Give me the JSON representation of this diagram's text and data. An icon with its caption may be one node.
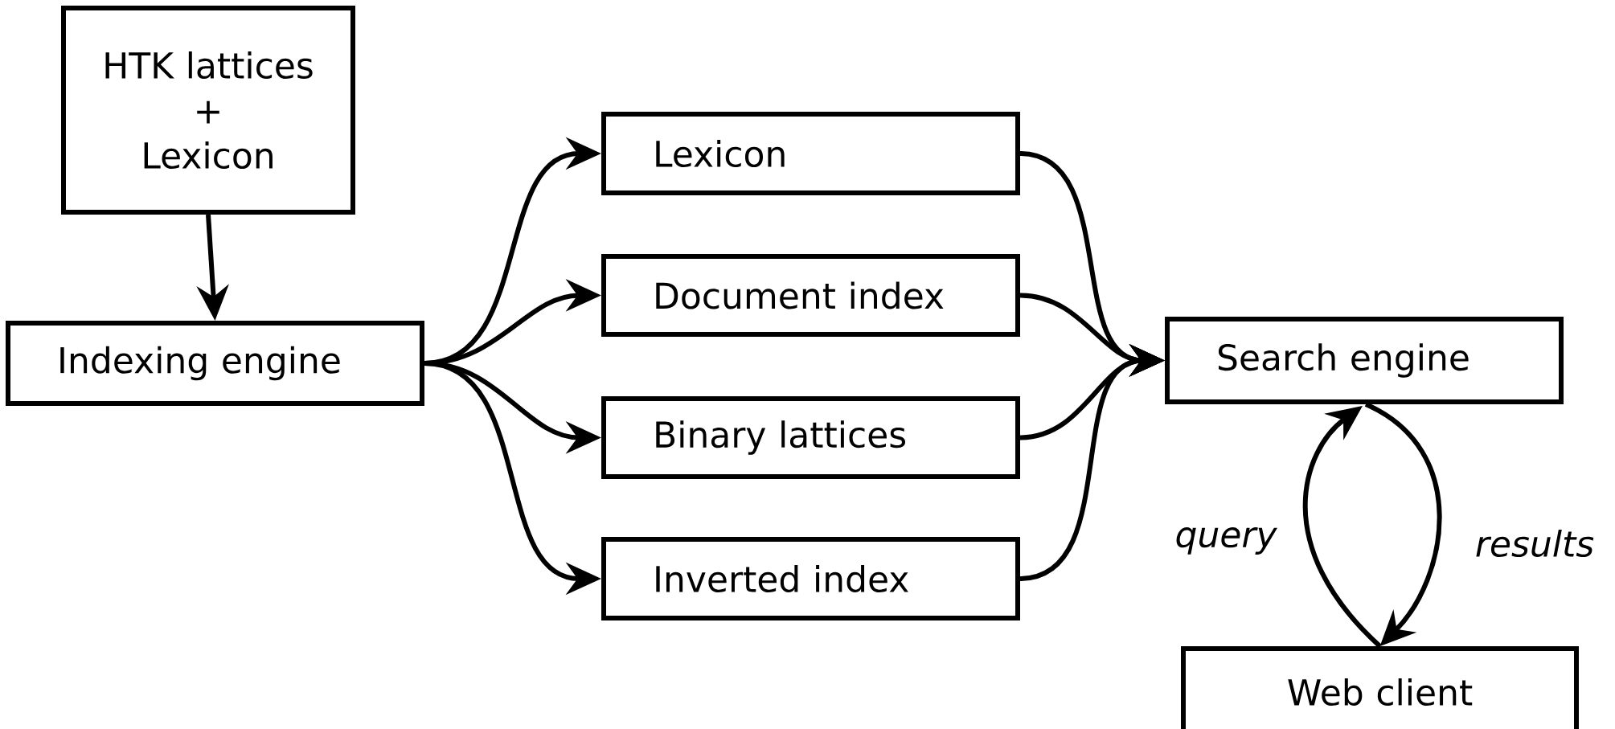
{
  "diagram": {
    "nodes": [
      {
        "text": [
          "HTK lattices",
          "+",
          "Lexicon"
        ]
      },
      {
        "text": [
          "Indexing engine"
        ]
      },
      {
        "text": [
          "Lexicon"
        ]
      },
      {
        "text": [
          "Document index"
        ]
      },
      {
        "text": [
          "Binary lattices"
        ]
      },
      {
        "text": [
          "Inverted index"
        ]
      },
      {
        "text": [
          "Search engine"
        ]
      },
      {
        "text": [
          "Web client"
        ]
      }
    ],
    "edges": [
      {
        "from": 0,
        "to": 1,
        "arrow": "to"
      },
      {
        "from": 1,
        "to": 2,
        "arrow": "to"
      },
      {
        "from": 1,
        "to": 3,
        "arrow": "to"
      },
      {
        "from": 1,
        "to": 4,
        "arrow": "to"
      },
      {
        "from": 1,
        "to": 5,
        "arrow": "to"
      },
      {
        "from": 2,
        "to": 6,
        "arrow": "to"
      },
      {
        "from": 3,
        "to": 6,
        "arrow": "to"
      },
      {
        "from": 4,
        "to": 6,
        "arrow": "to"
      },
      {
        "from": 5,
        "to": 6,
        "arrow": "to"
      },
      {
        "from": 7,
        "to": 6,
        "arrow": "to",
        "label": "query"
      },
      {
        "from": 6,
        "to": 7,
        "arrow": "to",
        "label": "results"
      }
    ]
  }
}
